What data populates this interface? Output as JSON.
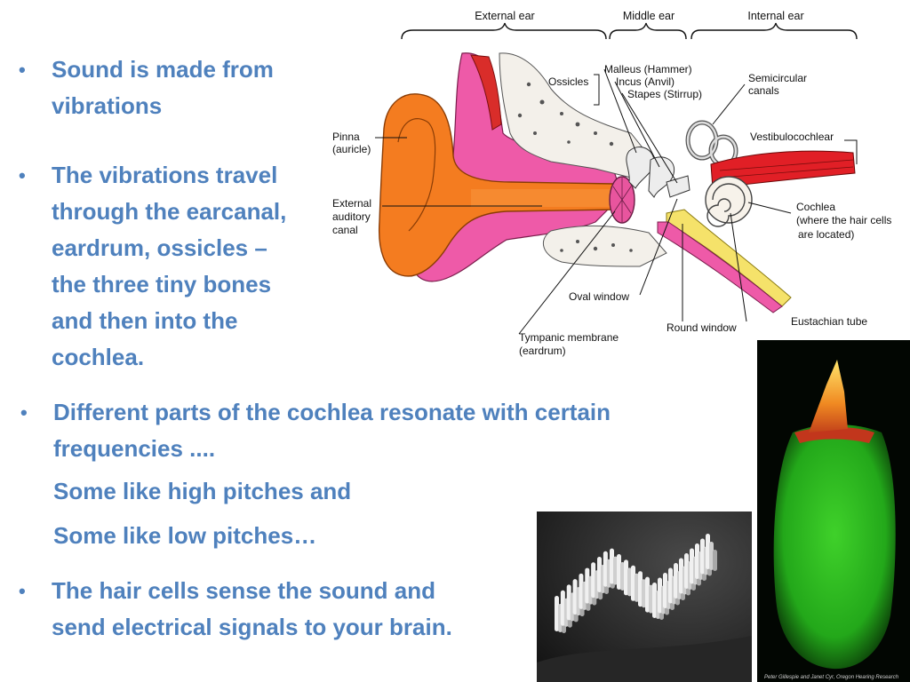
{
  "bullets": [
    {
      "lines": [
        "Sound is made from",
        "vibrations"
      ]
    },
    {
      "lines": [
        "The vibrations travel",
        "through the earcanal,",
        "eardrum,  ossicles –",
        "the three tiny bones",
        "and then into the",
        "cochlea."
      ]
    },
    {
      "lines": [
        "Different parts of the cochlea resonate with certain",
        "frequencies ...."
      ]
    },
    {
      "lines": [
        "The hair cells sense the sound and",
        "send electrical signals to your brain."
      ]
    }
  ],
  "sub_lines": [
    "Some like high pitches and",
    "Some like low pitches…"
  ],
  "bullet_glyph": "•",
  "diagram": {
    "regions": [
      "External ear",
      "Middle ear",
      "Internal ear"
    ],
    "labels": {
      "ossicles": "Ossicles",
      "malleus": "Malleus (Hammer)",
      "incus": "Incus (Anvil)",
      "stapes": "Stapes (Stirrup)",
      "semicircular": [
        "Semicircular",
        "canals"
      ],
      "vestibulocochlear": "Vestibulocochlear",
      "pinna": [
        "Pinna",
        "(auricle)"
      ],
      "external_canal": [
        "External",
        "auditory",
        "canal"
      ],
      "cochlea": [
        "Cochlea",
        "(where the hair cells",
        "are located)"
      ],
      "oval_window": "Oval window",
      "round_window": "Round window",
      "eustachian": "Eustachian tube",
      "tympanic": [
        "Tympanic membrane",
        "(eardrum)"
      ]
    }
  },
  "photo_credit": "Peter Gillespie and Janet Cyr, Oregon Hearing Research",
  "colors": {
    "text": "#4f81bd",
    "outer_ear": "#f47c20",
    "tissue": "#ee5aa8",
    "bone": "#f3f0ea",
    "nerve": "#e11f26"
  }
}
